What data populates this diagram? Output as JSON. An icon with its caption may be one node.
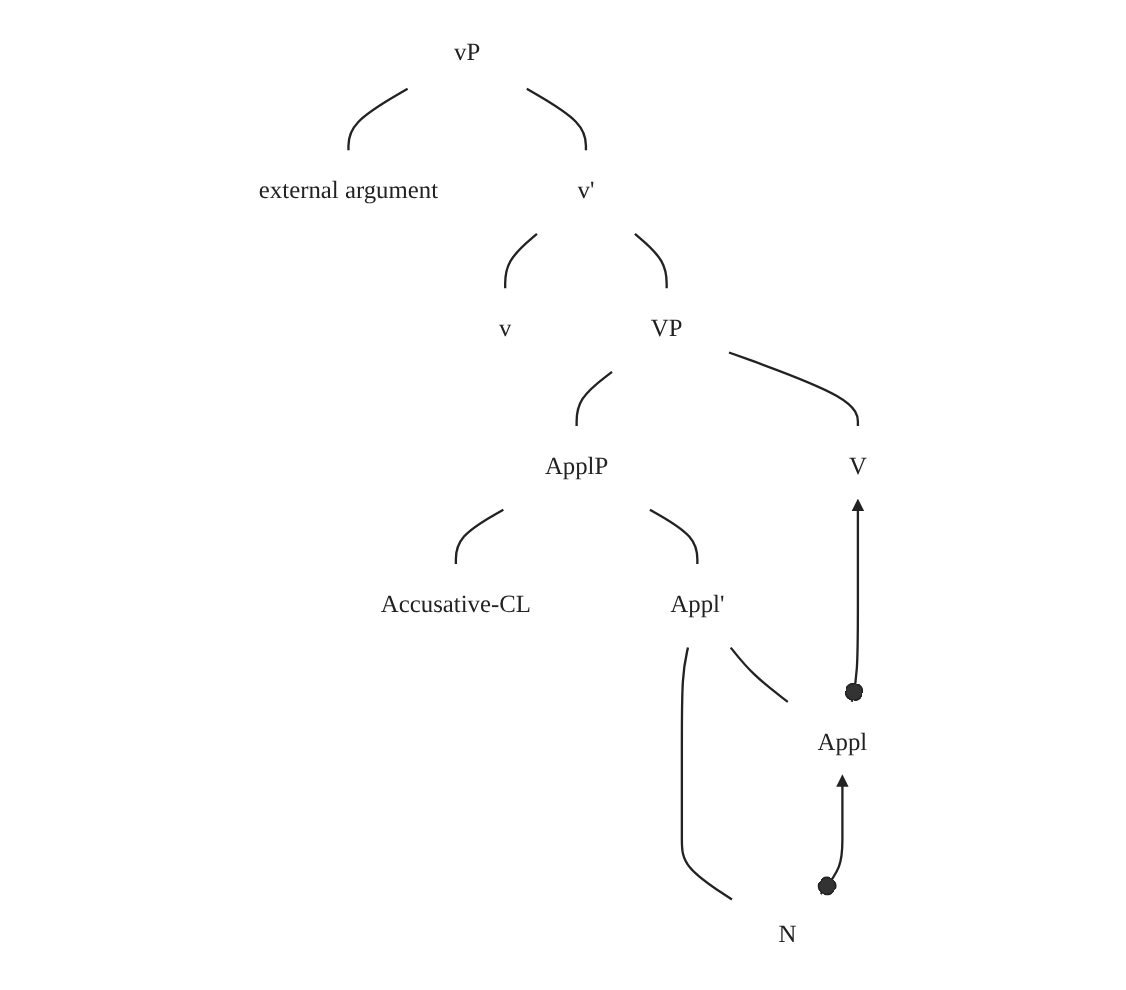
{
  "diagram": {
    "nodes": [
      {
        "text": [
          "vP"
        ]
      },
      {
        "text": [
          "external argument"
        ]
      },
      {
        "text": [
          "v'"
        ]
      },
      {
        "text": [
          "v"
        ]
      },
      {
        "text": [
          "VP"
        ]
      },
      {
        "text": [
          "V"
        ]
      },
      {
        "text": [
          "ApplP"
        ]
      },
      {
        "text": [
          "Accusative-CL"
        ]
      },
      {
        "text": [
          "Appl'"
        ]
      },
      {
        "text": [
          "Appl"
        ]
      },
      {
        "text": [
          "N"
        ]
      }
    ],
    "edges": [
      {
        "from": 0,
        "to": 1,
        "arrow": "none"
      },
      {
        "from": 0,
        "to": 2,
        "arrow": "none"
      },
      {
        "from": 2,
        "to": 3,
        "arrow": "none"
      },
      {
        "from": 2,
        "to": 4,
        "arrow": "none"
      },
      {
        "from": 4,
        "to": 5,
        "arrow": "none"
      },
      {
        "from": 4,
        "to": 6,
        "arrow": "none"
      },
      {
        "from": 6,
        "to": 7,
        "arrow": "none"
      },
      {
        "from": 6,
        "to": 8,
        "arrow": "none"
      },
      {
        "from": 8,
        "to": 9,
        "arrow": "none"
      },
      {
        "from": 8,
        "to": 10,
        "arrow": "none"
      },
      {
        "from": 9,
        "to": 5,
        "arrow": "to"
      },
      {
        "from": 10,
        "to": 9,
        "arrow": "to"
      }
    ]
  }
}
